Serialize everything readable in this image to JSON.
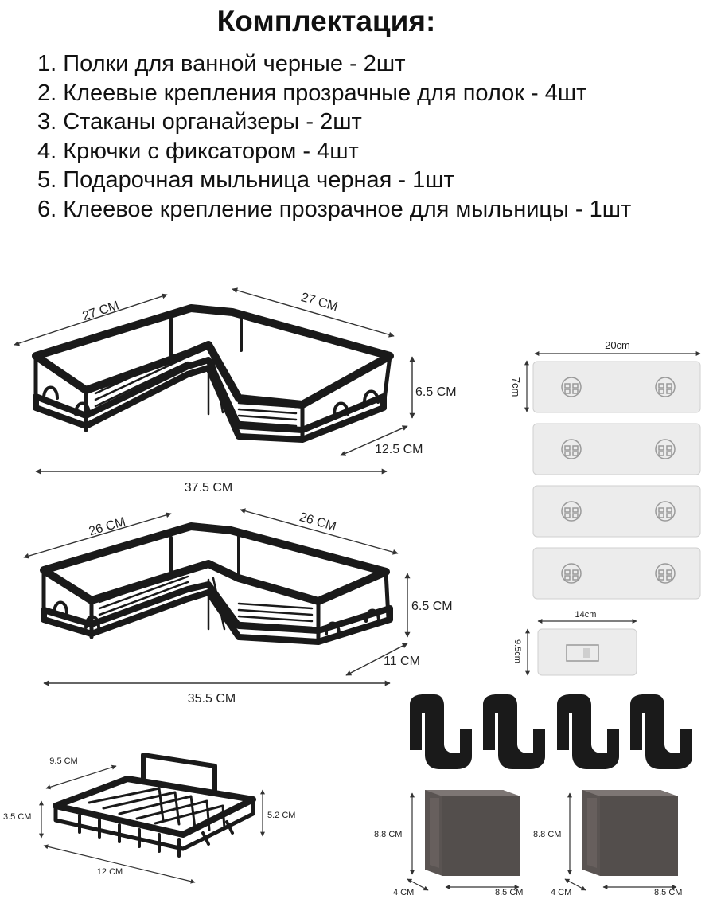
{
  "title": "Комплектация:",
  "items": [
    "1. Полки для ванной черные - 2шт",
    "2. Клеевые крепления прозрачные для полок - 4шт",
    "3. Стаканы органайзеры - 2шт",
    "4. Крючки с фиксатором - 4шт",
    "5. Подарочная мыльница черная - 1шт",
    "6. Клеевое крепление прозрачное для мыльницы - 1шт"
  ],
  "shelf_large": {
    "side_a": "27 CM",
    "side_b": "27 CM",
    "height": "6.5 CM",
    "depth": "12.5 CM",
    "width": "37.5 CM"
  },
  "shelf_small": {
    "side_a": "26 CM",
    "side_b": "26 CM",
    "height": "6.5 CM",
    "depth": "11 CM",
    "width": "35.5 CM"
  },
  "soap_dish": {
    "depth": "9.5 CM",
    "height_left": "3.5 CM",
    "height_right": "5.2 CM",
    "width": "12 CM"
  },
  "mount_large": {
    "width": "20cm",
    "height": "7cm"
  },
  "mount_small": {
    "width": "14cm",
    "height": "9.5cm"
  },
  "cup_left": {
    "height": "8.8 CM",
    "depth": "4 CM",
    "width": "8.5 CM"
  },
  "cup_right": {
    "height": "8.8 CM",
    "depth": "4 CM",
    "width": "8.5 CM"
  },
  "colors": {
    "metal": "#1a1a1a",
    "mount": "#ececec",
    "cup": "#5a5452",
    "text": "#111111"
  }
}
